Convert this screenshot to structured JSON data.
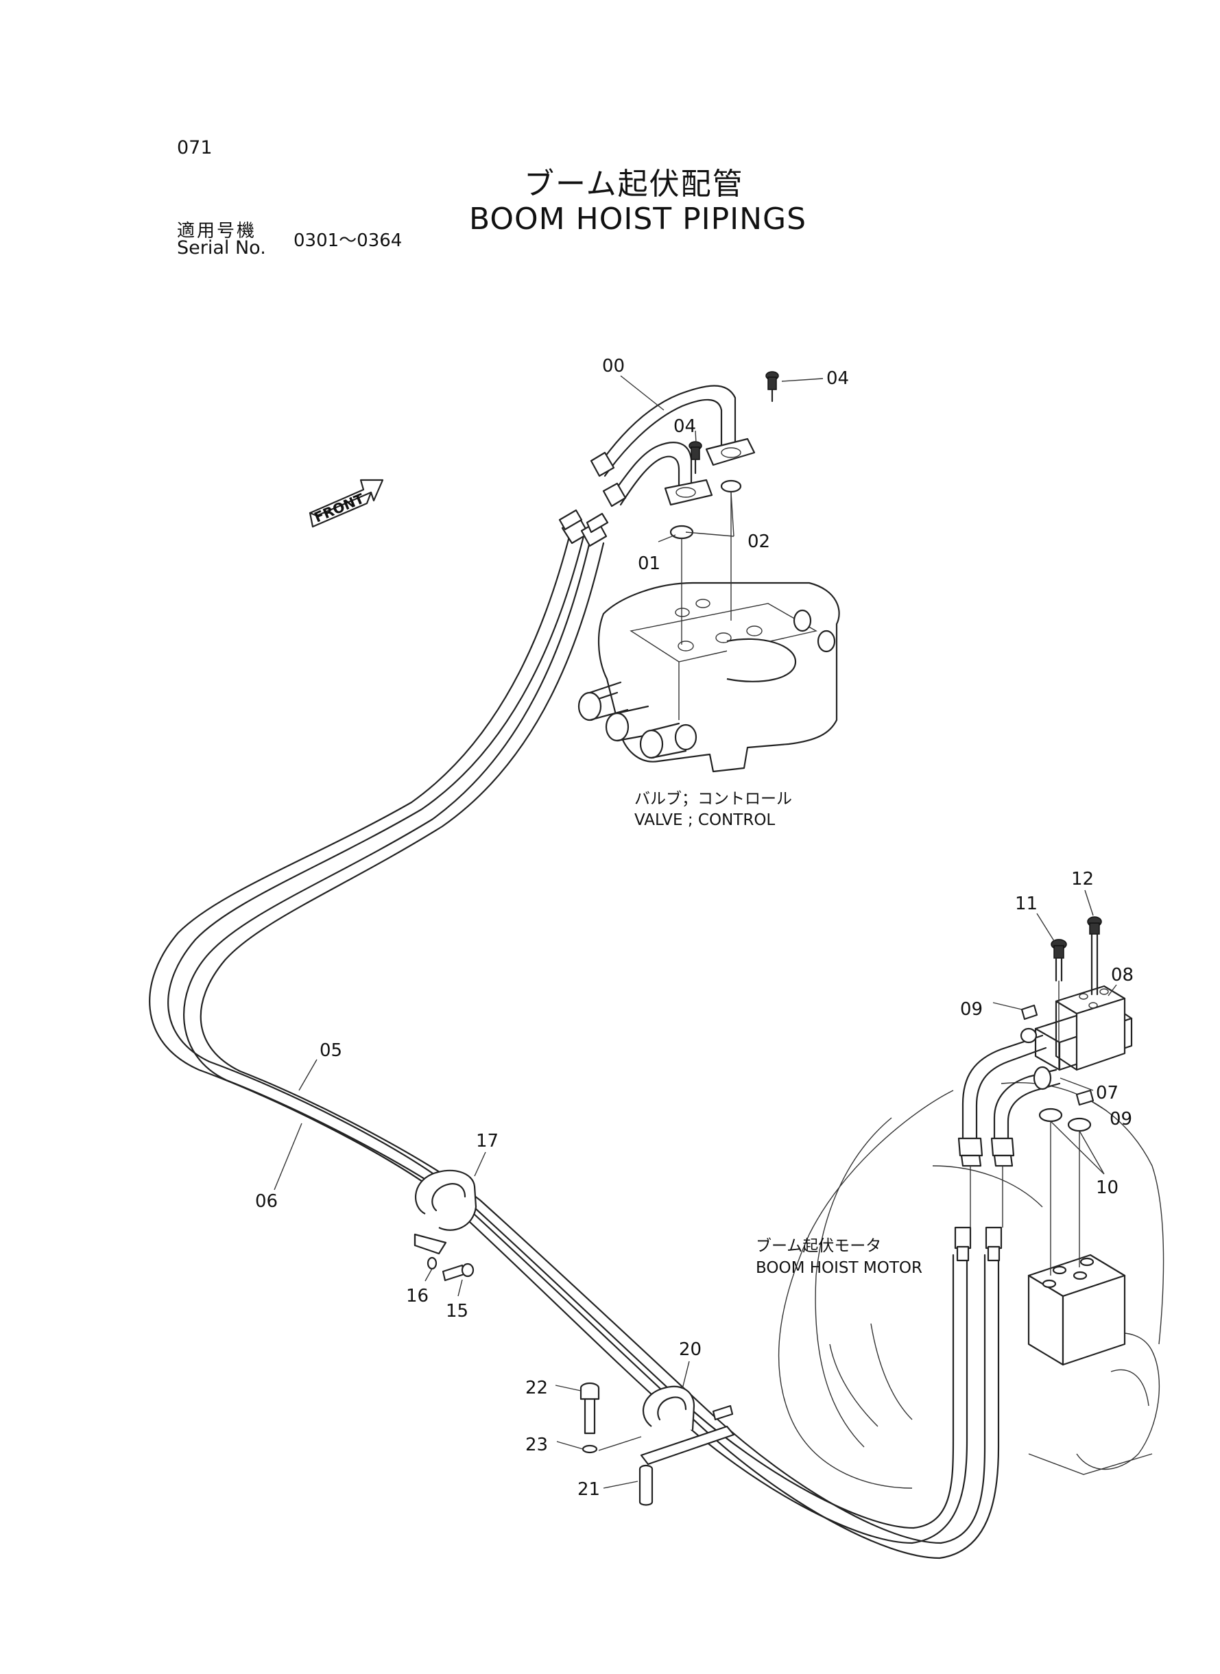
{
  "header": {
    "page_code": "071",
    "title_jp": "ブーム起伏配管",
    "title_en": "BOOM HOIST PIPINGS",
    "serial_label_jp": "適用号機",
    "serial_label_en": "Serial No.",
    "serial_range": "0301～0364"
  },
  "front_marker": "FRONT",
  "components": {
    "control_valve": {
      "label_jp": "バルブ；コントロール",
      "label_en": "VALVE ; CONTROL"
    },
    "hoist_motor": {
      "label_jp": "ブーム起伏モータ",
      "label_en": "BOOM HOIST MOTOR"
    }
  },
  "callouts": [
    {
      "id": "c00",
      "text": "00"
    },
    {
      "id": "c04a",
      "text": "04"
    },
    {
      "id": "c04b",
      "text": "04"
    },
    {
      "id": "c01",
      "text": "01"
    },
    {
      "id": "c02",
      "text": "02"
    },
    {
      "id": "c05",
      "text": "05"
    },
    {
      "id": "c06",
      "text": "06"
    },
    {
      "id": "c17",
      "text": "17"
    },
    {
      "id": "c16",
      "text": "16"
    },
    {
      "id": "c15",
      "text": "15"
    },
    {
      "id": "c20",
      "text": "20"
    },
    {
      "id": "c22",
      "text": "22"
    },
    {
      "id": "c23",
      "text": "23"
    },
    {
      "id": "c21",
      "text": "21"
    },
    {
      "id": "c12",
      "text": "12"
    },
    {
      "id": "c11",
      "text": "11"
    },
    {
      "id": "c08",
      "text": "08"
    },
    {
      "id": "c09a",
      "text": "09"
    },
    {
      "id": "c07",
      "text": "07"
    },
    {
      "id": "c09b",
      "text": "09"
    },
    {
      "id": "c10",
      "text": "10"
    }
  ]
}
